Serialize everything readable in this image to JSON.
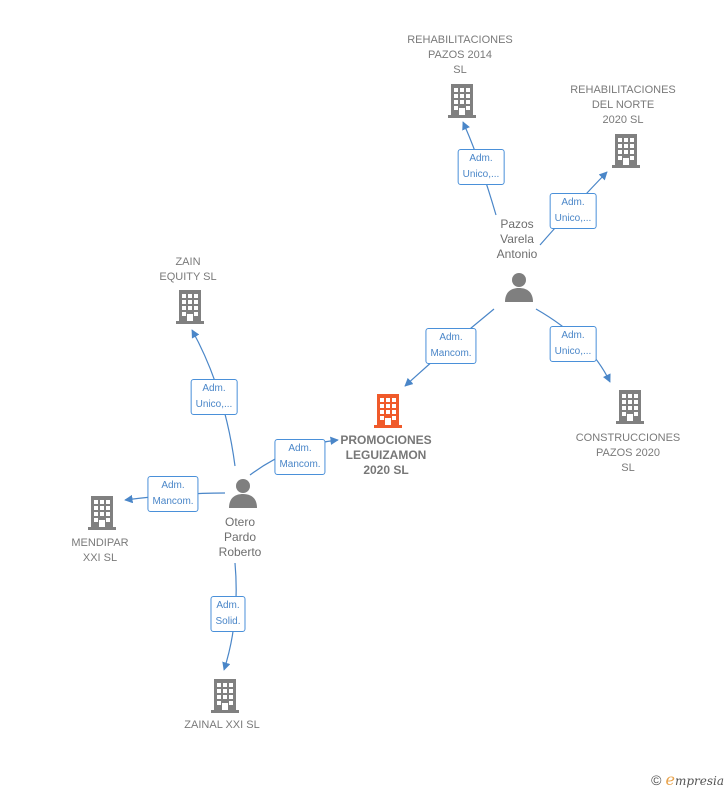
{
  "colors": {
    "focus_building": "#f05a2a",
    "building": "#808080",
    "person": "#7f7f7f",
    "edge": "#4a86c8"
  },
  "nodes": {
    "rehab_pazos": {
      "label": "REHABILITACIONES\nPAZOS 2014\nSL",
      "icon": "building-icon"
    },
    "rehab_norte": {
      "label": "REHABILITACIONES\nDEL NORTE\n2020  SL",
      "icon": "building-icon"
    },
    "pazos_varela": {
      "label": "Pazos\nVarela\nAntonio",
      "icon": "person-icon"
    },
    "zain": {
      "label": "ZAIN\nEQUITY  SL",
      "icon": "building-icon"
    },
    "promociones": {
      "label": "PROMOCIONES\nLEGUIZAMON\n2020  SL",
      "icon": "building-icon"
    },
    "construcciones": {
      "label": "CONSTRUCCIONES\nPAZOS 2020\nSL",
      "icon": "building-icon"
    },
    "otero": {
      "label": "Otero\nPardo\nRoberto",
      "icon": "person-icon"
    },
    "mendipar": {
      "label": "MENDIPAR\nXXI  SL",
      "icon": "building-icon"
    },
    "zainal": {
      "label": "ZAINAL XXI  SL",
      "icon": "building-icon"
    }
  },
  "edges": {
    "pv_rehab_pazos": "Adm.\nUnico,...",
    "pv_rehab_norte": "Adm.\nUnico,...",
    "pv_promociones": "Adm.\nMancom.",
    "pv_construcciones": "Adm.\nUnico,...",
    "otero_zain": "Adm.\nUnico,...",
    "otero_promociones": "Adm.\nMancom.",
    "otero_mendipar": "Adm.\nMancom.",
    "otero_zainal": "Adm.\nSolid."
  },
  "footer": {
    "copyright": "©",
    "brand_initial": "e",
    "brand_rest": "mpresia"
  }
}
